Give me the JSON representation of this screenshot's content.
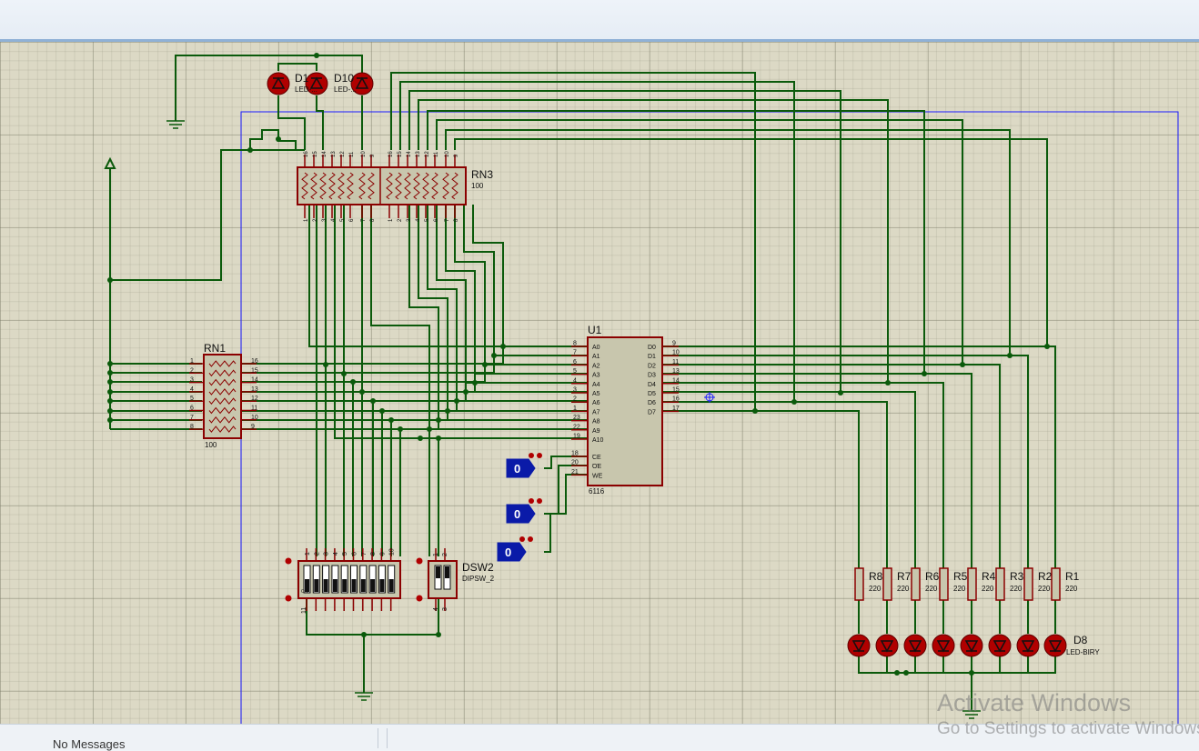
{
  "components": {
    "rn3": {
      "ref": "RN3",
      "value": "100"
    },
    "rn1": {
      "ref": "RN1",
      "value": "100"
    },
    "u1": {
      "ref": "U1",
      "part": "6116"
    },
    "dsw2": {
      "ref": "DSW2",
      "part": "DIPSW_2"
    },
    "d1": {
      "ref": "D1",
      "part": "LED-..."
    },
    "d10": {
      "ref": "D10",
      "part": "LED-..."
    },
    "d8": {
      "ref": "D8",
      "part": "LED-BIRY"
    },
    "resistors": [
      {
        "ref": "R8",
        "value": "220"
      },
      {
        "ref": "R7",
        "value": "220"
      },
      {
        "ref": "R6",
        "value": "220"
      },
      {
        "ref": "R5",
        "value": "220"
      },
      {
        "ref": "R4",
        "value": "220"
      },
      {
        "ref": "R3",
        "value": "220"
      },
      {
        "ref": "R2",
        "value": "220"
      },
      {
        "ref": "R1",
        "value": "220"
      }
    ],
    "logic_states": [
      "0",
      "0",
      "0"
    ]
  },
  "u1_pins": {
    "left": [
      {
        "num": "8",
        "name": "A0"
      },
      {
        "num": "7",
        "name": "A1"
      },
      {
        "num": "6",
        "name": "A2"
      },
      {
        "num": "5",
        "name": "A3"
      },
      {
        "num": "4",
        "name": "A4"
      },
      {
        "num": "3",
        "name": "A5"
      },
      {
        "num": "2",
        "name": "A6"
      },
      {
        "num": "1",
        "name": "A7"
      },
      {
        "num": "23",
        "name": "A8"
      },
      {
        "num": "22",
        "name": "A9"
      },
      {
        "num": "19",
        "name": "A10"
      }
    ],
    "control": [
      {
        "num": "18",
        "name": "CE"
      },
      {
        "num": "20",
        "name": "OE"
      },
      {
        "num": "21",
        "name": "WE"
      }
    ],
    "right": [
      {
        "num": "9",
        "name": "D0"
      },
      {
        "num": "10",
        "name": "D1"
      },
      {
        "num": "11",
        "name": "D2"
      },
      {
        "num": "13",
        "name": "D3"
      },
      {
        "num": "14",
        "name": "D4"
      },
      {
        "num": "15",
        "name": "D5"
      },
      {
        "num": "16",
        "name": "D6"
      },
      {
        "num": "17",
        "name": "D7"
      }
    ]
  },
  "rn1_pins": {
    "left": [
      "1",
      "2",
      "3",
      "4",
      "5",
      "6",
      "7",
      "8"
    ],
    "right": [
      "16",
      "15",
      "14",
      "13",
      "12",
      "11",
      "10",
      "9"
    ]
  },
  "rn3_pins": {
    "top": [
      "16",
      "15",
      "14",
      "13",
      "12",
      "11",
      "10",
      "9",
      "16",
      "15",
      "14",
      "13",
      "12",
      "11",
      "10",
      "9"
    ],
    "bottom": [
      "1",
      "2",
      "3",
      "4",
      "5",
      "6",
      "7",
      "8",
      "1",
      "2",
      "3",
      "4",
      "5",
      "6",
      "7",
      "8"
    ]
  },
  "dsw_pins": {
    "top": [
      "1",
      "2",
      "3",
      "4",
      "5",
      "6",
      "7",
      "8",
      "9",
      "10"
    ],
    "bottom_left": "11",
    "dsw2_top": [
      "1",
      "2"
    ],
    "dsw2_bottom": [
      "4",
      "3"
    ]
  },
  "status": {
    "message": "No Messages"
  },
  "watermark": {
    "title": "Activate Windows",
    "subtitle": "Go to Settings to activate Windows."
  },
  "colors": {
    "wire": "#0b5a0b",
    "component": "#8b0000",
    "body": "#c8c6ad",
    "border": "#1a1aff",
    "logic": "#0a1aa8"
  }
}
